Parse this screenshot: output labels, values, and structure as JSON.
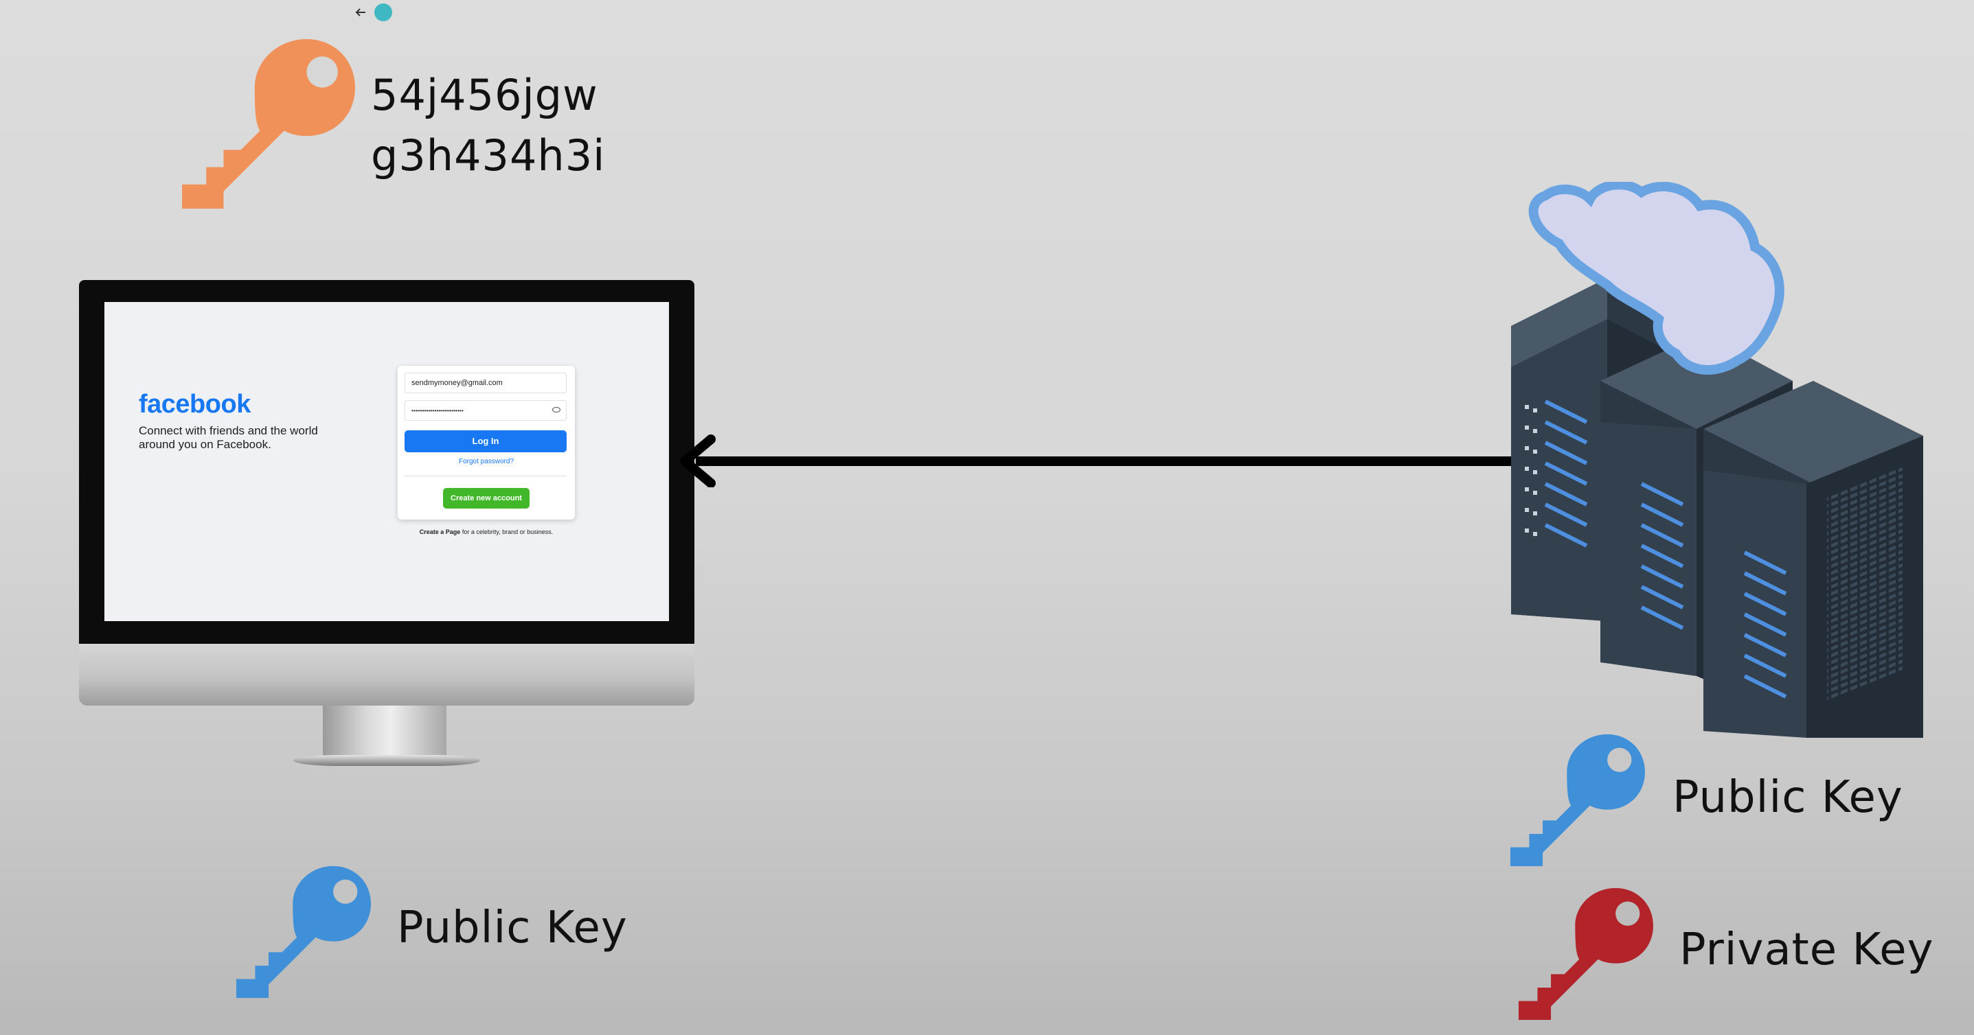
{
  "secret": {
    "line1": "54j456jgw",
    "line2": "g3h434h3i"
  },
  "client_key": {
    "label": "Public Key"
  },
  "server_keys": {
    "public_label": "Public Key",
    "private_label": "Private Key"
  },
  "facebook_page": {
    "logo": "facebook",
    "tagline": "Connect with friends and the world around you on Facebook.",
    "email_value": "sendmymoney@gmail.com",
    "password_mask": "•••••••••••••••••••••••••••",
    "login_label": "Log In",
    "forgot_label": "Forgot password?",
    "create_account_label": "Create new account",
    "create_page_bold": "Create a Page",
    "create_page_rest": " for a celebrity, brand or business."
  },
  "colors": {
    "orange_key": "#f0915a",
    "blue_key": "#3f8fd9",
    "red_key": "#b3242a",
    "facebook_blue": "#1877f2",
    "facebook_green": "#42b72a",
    "cursor_dot": "#3fb8c4"
  },
  "icons": [
    "cursor-arrow-icon",
    "orange-key-icon",
    "blue-key-icon",
    "red-key-icon",
    "server-rack-icon",
    "cloud-icon",
    "arrow-left-icon",
    "eye-icon"
  ]
}
